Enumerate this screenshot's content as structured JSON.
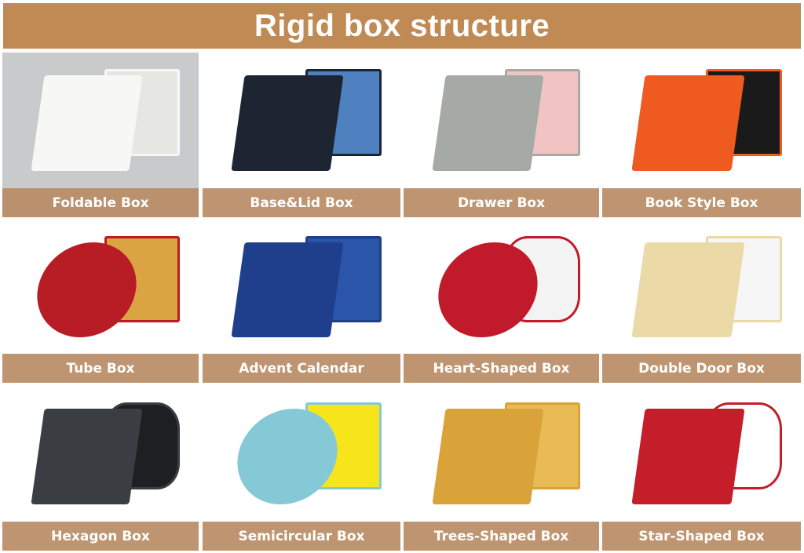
{
  "title": "Rigid box structure",
  "boxes": [
    {
      "label": "Foldable Box",
      "bg": "#c9cacc",
      "main": "#f7f7f5",
      "accent": "#e6e6e2"
    },
    {
      "label": "Base&Lid Box",
      "bg": "#ffffff",
      "main": "#1d2533",
      "accent": "#4f80c0"
    },
    {
      "label": "Drawer Box",
      "bg": "#ffffff",
      "main": "#a6aaa6",
      "accent": "#f2c3c3"
    },
    {
      "label": "Book Style Box",
      "bg": "#ffffff",
      "main": "#ee5a1f",
      "accent": "#1a1a1a"
    },
    {
      "label": "Tube Box",
      "bg": "#ffffff",
      "main": "#b81c24",
      "accent": "#d9a441"
    },
    {
      "label": "Advent Calendar",
      "bg": "#ffffff",
      "main": "#1f3f8c",
      "accent": "#2a55a8"
    },
    {
      "label": "Heart-Shaped Box",
      "bg": "#ffffff",
      "main": "#c11a2a",
      "accent": "#f3f3f3"
    },
    {
      "label": "Double Door Box",
      "bg": "#ffffff",
      "main": "#ecd9a8",
      "accent": "#f6f6f6"
    },
    {
      "label": "Hexagon Box",
      "bg": "#ffffff",
      "main": "#3a3d42",
      "accent": "#1e1f22"
    },
    {
      "label": "Semicircular Box",
      "bg": "#ffffff",
      "main": "#86c9d6",
      "accent": "#f5e51a"
    },
    {
      "label": "Trees-Shaped Box",
      "bg": "#ffffff",
      "main": "#d9a33a",
      "accent": "#e8bb55"
    },
    {
      "label": "Star-Shaped Box",
      "bg": "#ffffff",
      "main": "#c41e2a",
      "accent": "#ffffff"
    }
  ]
}
